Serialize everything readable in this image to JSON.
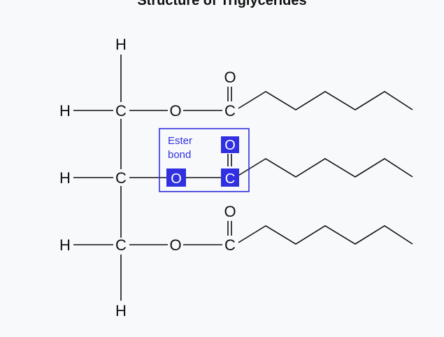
{
  "title": "Structure of Triglycerides",
  "atoms": {
    "H": "H",
    "C": "C",
    "O": "O"
  },
  "ester_label_line1": "Ester",
  "ester_label_line2": "bond",
  "colors": {
    "highlight": "#3030e0",
    "line": "#111111"
  }
}
